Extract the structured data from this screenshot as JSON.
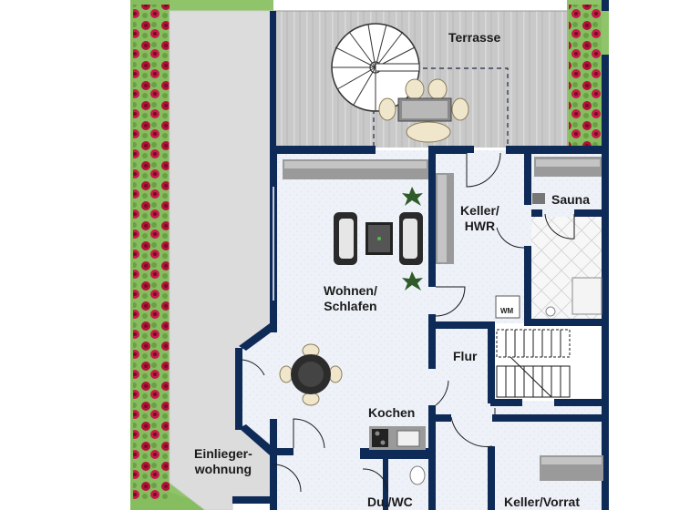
{
  "rooms": {
    "terrasse": "Terrasse",
    "wohnen": "Wohnen/\nSchlafen",
    "keller_hwr": "Keller/\nHWR",
    "sauna": "Sauna",
    "flur": "Flur",
    "kochen": "Kochen",
    "einlieger": "Einlieger-\nwohnung",
    "du_wc": "Du./WC",
    "keller_vorrat": "Keller/Vorrat"
  },
  "appliances": {
    "wm": "WM"
  },
  "colors": {
    "wall": "#0e2a57",
    "floor": "#ebf0f7",
    "deck": "#c6c6c6",
    "lawn": "#8fc46a",
    "path": "#dcdcdc",
    "flowers": "#b3123a"
  }
}
